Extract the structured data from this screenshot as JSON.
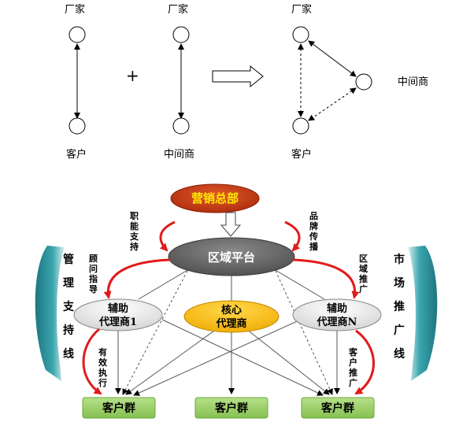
{
  "top": {
    "manufacturer": "厂家",
    "customer": "客户",
    "middleman": "中间商",
    "plus": "+"
  },
  "bottom": {
    "hq": "营销总部",
    "regional_platform": "区域平台",
    "aux_agent_1": [
      "辅助",
      "代理商1"
    ],
    "core_agent": [
      "核心",
      "代理商"
    ],
    "aux_agent_n": [
      "辅助",
      "代理商N"
    ],
    "customer_group": "客户群",
    "left_banner": [
      "管",
      "理",
      "支",
      "持",
      "线"
    ],
    "right_banner": [
      "市",
      "场",
      "推",
      "广",
      "线"
    ],
    "label_functional_support": [
      "职",
      "能",
      "支",
      "持"
    ],
    "label_brand_spread": [
      "品",
      "牌",
      "传",
      "播"
    ],
    "label_consultant_guidance": [
      "顾",
      "问",
      "指",
      "导"
    ],
    "label_regional_promotion": [
      "区",
      "域",
      "推",
      "广"
    ],
    "label_effective_execution": [
      "有",
      "效",
      "执",
      "行"
    ],
    "label_customer_promotion": [
      "客",
      "户",
      "推",
      "广"
    ]
  },
  "colors": {
    "hq_fill": "#c0350c",
    "platform_fill": "#666666",
    "aux_fill": "#e6e6e6",
    "core_fill": "#ffc000",
    "group_fill": "#9bcf6b",
    "banner_fill": "#2f8f9a",
    "red_arrow": "#e01b1b"
  }
}
